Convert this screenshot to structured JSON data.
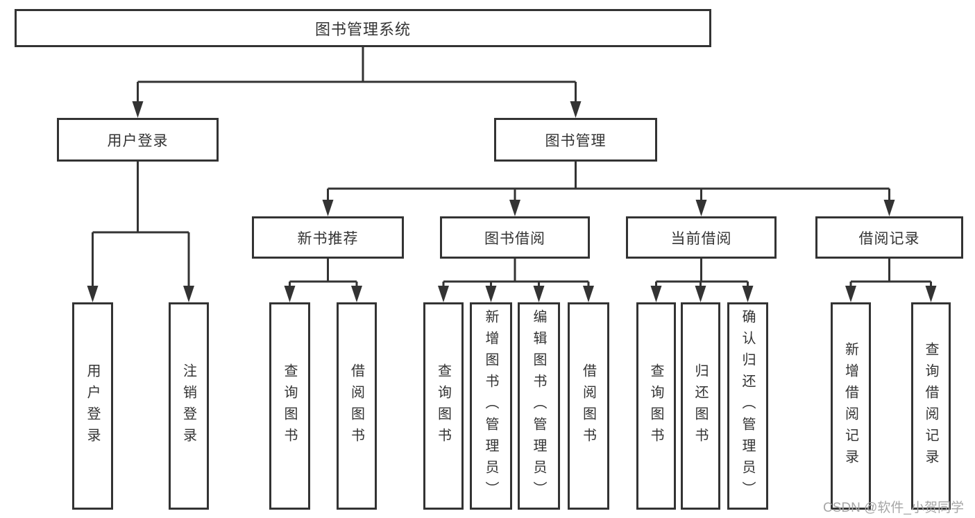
{
  "colors": {
    "line": "#333333",
    "box_bg": "#ffffff",
    "text": "#333333",
    "watermark": "#a6a6a6"
  },
  "diagram": {
    "type": "tree",
    "nodes": {
      "root": {
        "label": "图书管理系统"
      },
      "user_login": {
        "label": "用户登录",
        "parent": "图书管理系统"
      },
      "book_management": {
        "label": "图书管理",
        "parent": "图书管理系统"
      },
      "new_book_recommend": {
        "label": "新书推荐",
        "parent": "图书管理"
      },
      "book_borrowing": {
        "label": "图书借阅",
        "parent": "图书管理"
      },
      "current_borrowing": {
        "label": "当前借阅",
        "parent": "图书管理"
      },
      "borrowing_records": {
        "label": "借阅记录",
        "parent": "图书管理"
      }
    },
    "leaves": [
      {
        "label": "用户登录",
        "parent": "用户登录"
      },
      {
        "label": "注销登录",
        "parent": "用户登录"
      },
      {
        "label": "查询图书",
        "parent": "新书推荐"
      },
      {
        "label": "借阅图书",
        "parent": "新书推荐"
      },
      {
        "label": "查询图书",
        "parent": "图书借阅"
      },
      {
        "label": "新增图书（管理员）",
        "parent": "图书借阅"
      },
      {
        "label": "编辑图书（管理员）",
        "parent": "图书借阅"
      },
      {
        "label": "借阅图书",
        "parent": "图书借阅"
      },
      {
        "label": "查询图书",
        "parent": "当前借阅"
      },
      {
        "label": "归还图书",
        "parent": "当前借阅"
      },
      {
        "label": "确认归还（管理员）",
        "parent": "当前借阅"
      },
      {
        "label": "新增借阅记录",
        "parent": "借阅记录"
      },
      {
        "label": "查询借阅记录",
        "parent": "借阅记录"
      }
    ]
  },
  "watermark": {
    "text": "CSDN @软件_小贺同学"
  }
}
